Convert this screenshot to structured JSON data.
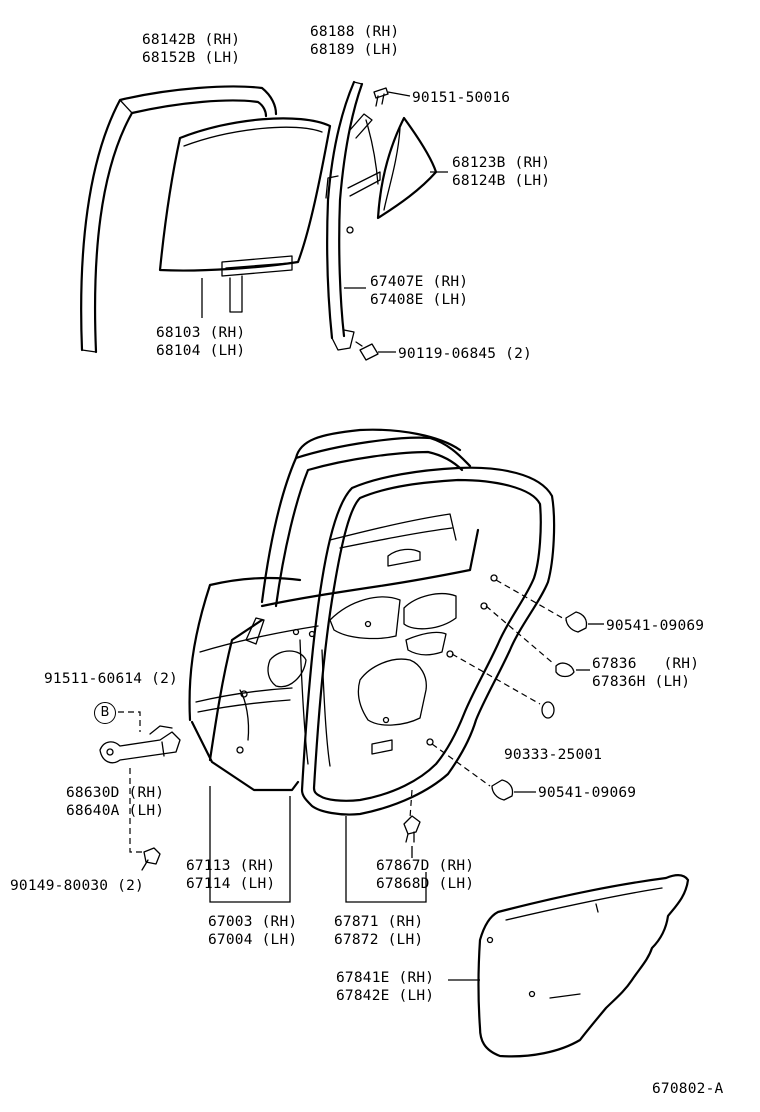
{
  "diagram_code": "670802-A",
  "ref_marker": "B",
  "parts": {
    "p68142b": [
      "68142B (RH)",
      "68152B (LH)"
    ],
    "p68188": [
      "68188 (RH)",
      "68189 (LH)"
    ],
    "p90151": [
      "90151-50016"
    ],
    "p68123b": [
      "68123B (RH)",
      "68124B (LH)"
    ],
    "p67407e": [
      "67407E (RH)",
      "67408E (LH)"
    ],
    "p68103": [
      "68103 (RH)",
      "68104 (LH)"
    ],
    "p90119": [
      "90119-06845 (2)"
    ],
    "p90541a": [
      "90541-09069"
    ],
    "p67836": [
      "67836   (RH)",
      "67836H (LH)"
    ],
    "p90333": [
      "90333-25001"
    ],
    "p90541b": [
      "90541-09069"
    ],
    "p91511": [
      "91511-60614 (2)"
    ],
    "p68630d": [
      "68630D (RH)",
      "68640A (LH)"
    ],
    "p90149": [
      "90149-80030 (2)"
    ],
    "p67113": [
      "67113 (RH)",
      "67114 (LH)"
    ],
    "p67867d": [
      "67867D (RH)",
      "67868D (LH)"
    ],
    "p67003": [
      "67003 (RH)",
      "67004 (LH)"
    ],
    "p67871": [
      "67871 (RH)",
      "67872 (LH)"
    ],
    "p67841e": [
      "67841E (RH)",
      "67842E (LH)"
    ]
  }
}
